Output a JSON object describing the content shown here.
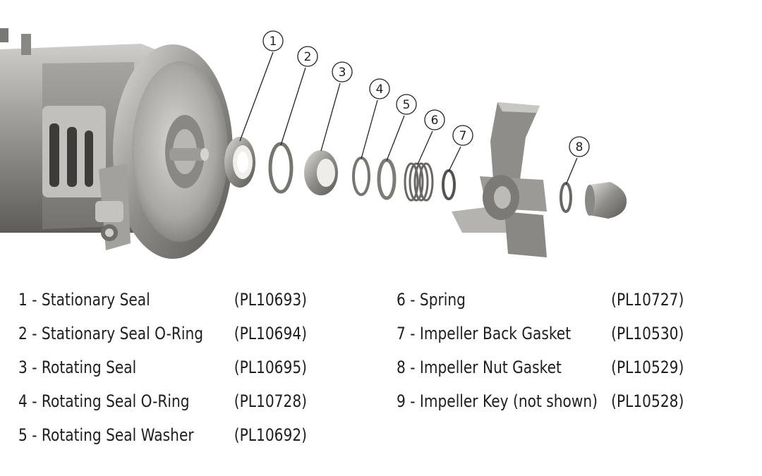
{
  "callouts": [
    "1",
    "2",
    "3",
    "4",
    "5",
    "6",
    "7",
    "8"
  ],
  "parts_left": [
    {
      "label": "1 - Stationary Seal",
      "code": "(PL10693)"
    },
    {
      "label": "2 - Stationary Seal O-Ring",
      "code": "(PL10694)"
    },
    {
      "label": "3 - Rotating Seal",
      "code": "(PL10695)"
    },
    {
      "label": "4 - Rotating Seal O-Ring",
      "code": "(PL10728)"
    },
    {
      "label": "5 - Rotating Seal Washer",
      "code": "(PL10692)"
    }
  ],
  "parts_right": [
    {
      "label": "6 - Spring",
      "code": "(PL10727)"
    },
    {
      "label": "7 - Impeller Back Gasket",
      "code": "(PL10530)"
    },
    {
      "label": "8 - Impeller Nut Gasket",
      "code": "(PL10529)"
    },
    {
      "label": "9 - Impeller Key (not shown)",
      "code": "(PL10528)"
    }
  ],
  "colors": {
    "metal": "#9a9894",
    "metal_dark": "#6f6d6a",
    "metal_light": "#cfcdc9",
    "text": "#1e1e1e"
  }
}
